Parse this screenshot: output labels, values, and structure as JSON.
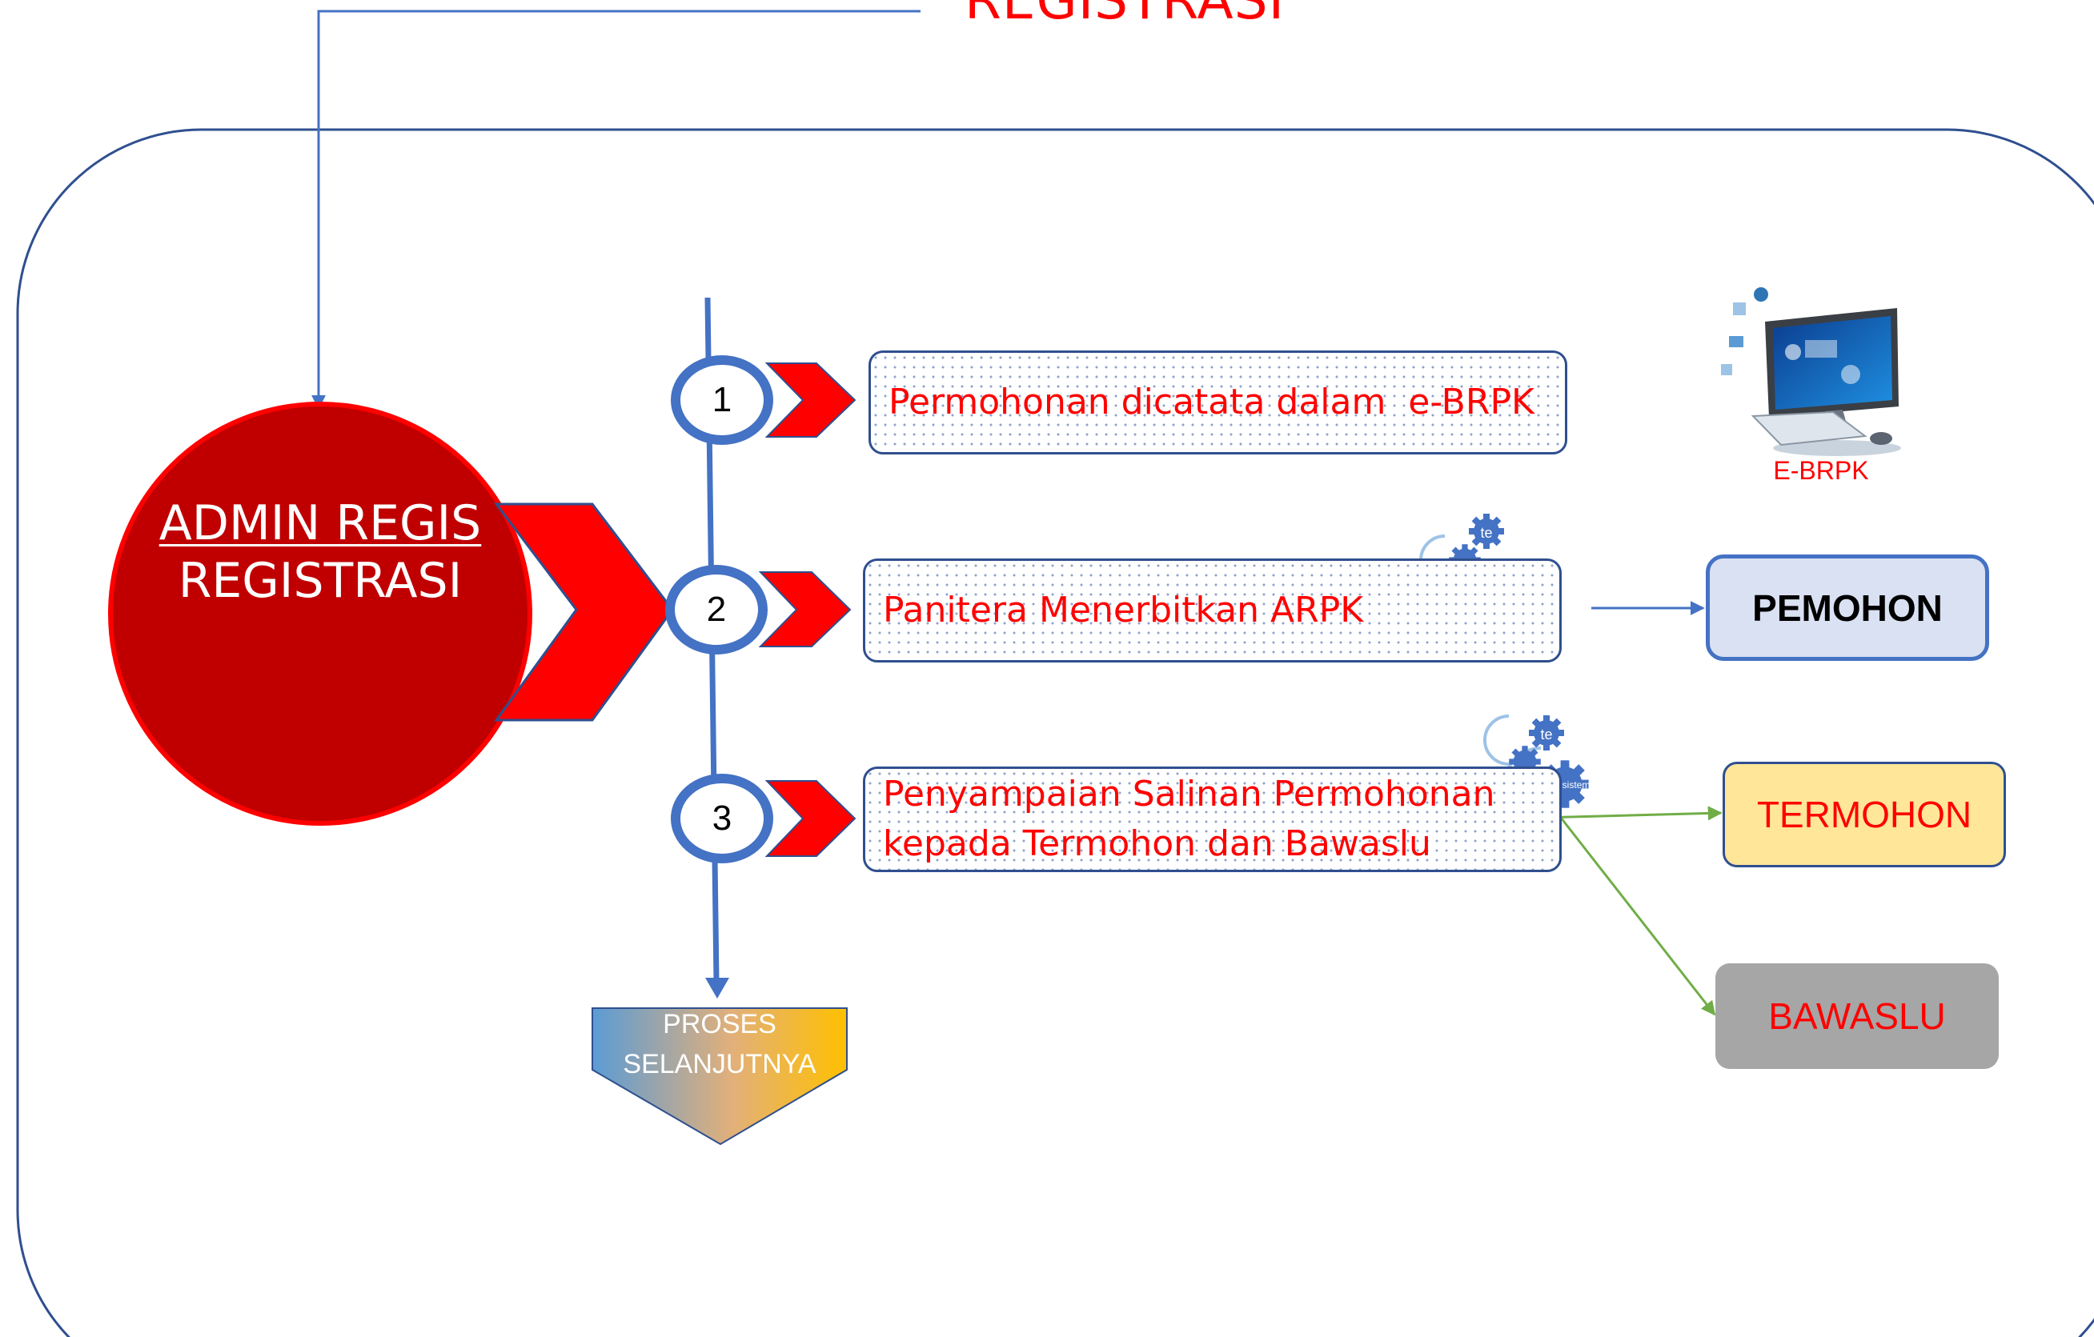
{
  "title": "REGISTRASI",
  "admin": {
    "line1": "ADMIN REGIS",
    "line2": "REGISTRASI"
  },
  "steps": [
    {
      "number": "1",
      "text": "Permohonan dicatata dalam  e-BRPK"
    },
    {
      "number": "2",
      "text": "Panitera Menerbitkan ARPK"
    },
    {
      "number": "3",
      "line1": "Penyampaian Salinan Permohonan",
      "line2": "kepada Termohon dan Bawaslu"
    }
  ],
  "next_process": {
    "line1": "PROSES",
    "line2": "SELANJUTNYA"
  },
  "computer": {
    "label": "E-BRPK"
  },
  "parties": {
    "pemohon": "PEMOHON",
    "termohon": "TERMOHON",
    "bawaslu": "BAWASLU"
  },
  "gear_labels": {
    "small": "te",
    "large": "Sum sistem"
  },
  "colors": {
    "accent_red": "#ff0000",
    "admin_circle": "#c00000",
    "line_blue": "#4472c4",
    "border_navy": "#2f4f8f",
    "green_arrow": "#70ad47",
    "pemohon_fill": "#d9e1f2",
    "termohon_fill": "#ffe699",
    "bawaslu_fill": "#a6a6a6"
  }
}
